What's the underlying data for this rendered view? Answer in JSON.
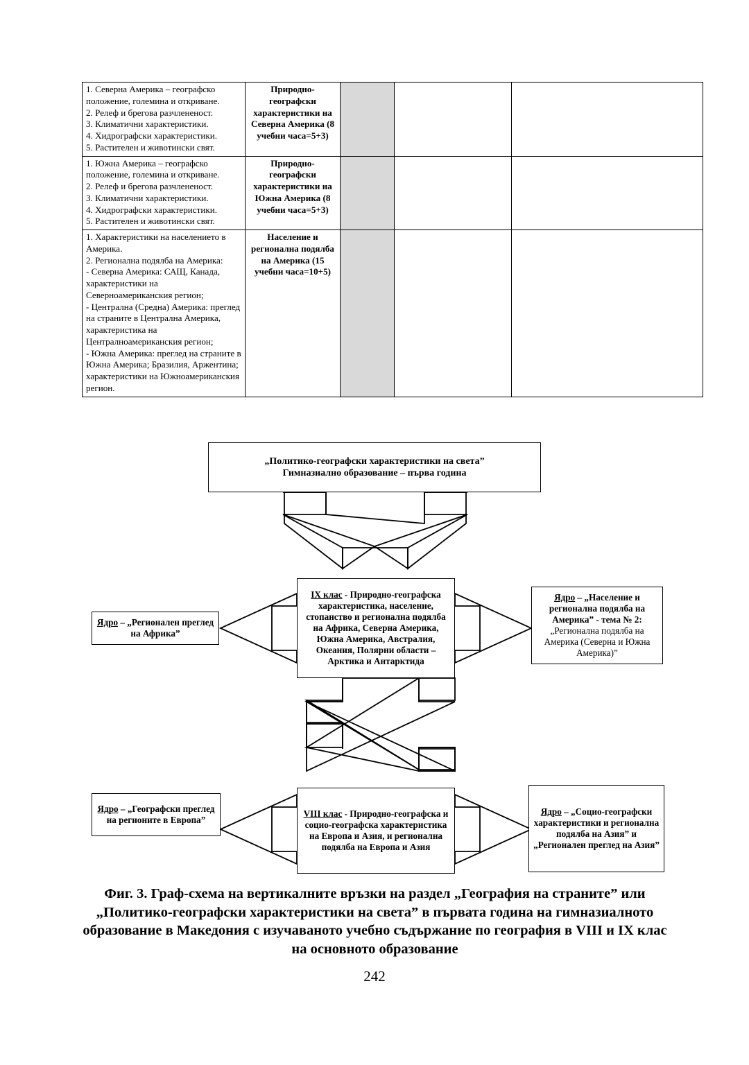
{
  "table": {
    "columns": [
      "topics",
      "theme",
      "shaded",
      "blank1",
      "blank2"
    ],
    "rows": [
      {
        "topics": [
          "1. Северна Америка – географско положение, големина и откриване.",
          "2. Релеф и брегова разчлененост.",
          "3. Климатични характеристики.",
          "4. Хидрографски характеристики.",
          "5. Растителен и животински свят."
        ],
        "theme": "Природно-географски характеристики на Северна Америка (8 учебни часа=5+3)",
        "shaded": "",
        "blank1": "",
        "blank2": ""
      },
      {
        "topics": [
          "1. Южна Америка – географско положение, големина и откриване.",
          "2. Релеф и брегова разчлененост.",
          "3. Климатични характеристики.",
          "4. Хидрографски характеристики.",
          "5. Растителен и животински свят."
        ],
        "theme": "Природно-географски характеристики на Южна Америка (8 учебни часа=5+3)",
        "shaded": "",
        "blank1": "",
        "blank2": ""
      },
      {
        "topics": [
          "1. Характеристики на населението в Америка.",
          "2. Регионална подялба на Америка:",
          "- Северна Америка: САЩ, Канада, характеристики на Северноамериканския регион;",
          "- Централна (Средна) Америка: преглед на страните в Централна Америка, характеристика на Централноамериканския регион;",
          "- Южна Америка: преглед на страните в Южна Америка; Бразилия, Аржентина; характеристики на Южноамериканския регион."
        ],
        "theme": "Население и регионална подялба на Америка (15 учебни часа=10+5)",
        "shaded": "",
        "blank1": "",
        "blank2": ""
      }
    ]
  },
  "diagram": {
    "top": {
      "line1": "„Политико-географски характеристики на света”",
      "line2": "Гимназиално образование – първа година"
    },
    "grade9": {
      "label": "IX клас",
      "text": " - Природно-географска характеристика, население, стопанство и регионална подялба на Африка, Северна Америка, Южна Америка, Австралия, Океания, Полярни области – Арктика и Антарктида"
    },
    "africa": {
      "label": "Ядро",
      "text": " – „Регионален преглед на Африка”"
    },
    "america": {
      "label": "Ядро",
      "text": " – „Население и регионална подялба на Америка” - тема № 2:",
      "subtext": "„Регионална подялба на Америка (Северна и Южна Америка)”"
    },
    "grade8": {
      "label": "VIII клас",
      "text": " - Природно-географска и социо-географска характеристика на Европа и Азия, и регионална подялба на Европа и Азия"
    },
    "europe": {
      "label": "Ядро",
      "text": " – „Географски преглед на регионите в Европа”"
    },
    "asia": {
      "label": "Ядро",
      "text": " – „Социо-географски характеристики и регионална подялба на Азия” и „Регионален преглед на Азия”"
    }
  },
  "caption": {
    "line1": "Фиг. 3. Граф-схема на вертикалните връзки на раздел „География на страните”",
    "line2": "или „Политико-географски характеристики на света” в първата година на",
    "line3": "гимназиалното образование в Македония с изучаваното учебно съдържание",
    "line4": "по география в VIII и IX клас на основното образование"
  },
  "page_number": "242",
  "colors": {
    "shaded_column": "#d9d9d9",
    "border": "#000000",
    "background": "#ffffff"
  }
}
